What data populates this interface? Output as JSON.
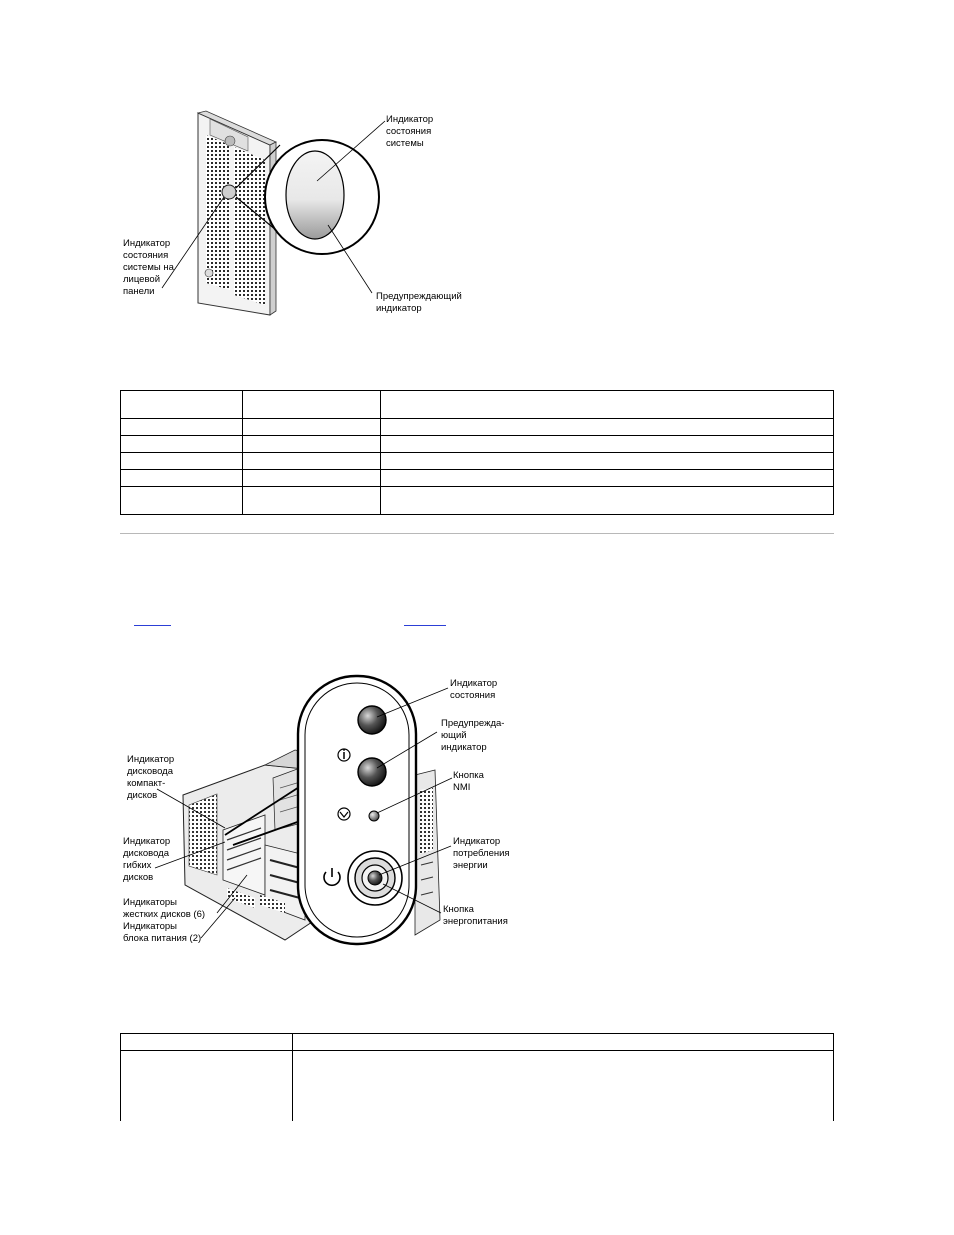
{
  "figure1": {
    "labels": {
      "status_indicator": [
        "Индикатор",
        "состояния",
        "системы"
      ],
      "front_panel_status": [
        "Индикатор",
        "состояния",
        "системы на",
        "лицевой",
        "панели"
      ],
      "warning_indicator": [
        "Предупреждающий",
        "индикатор"
      ]
    }
  },
  "table1": {
    "rows": 6,
    "cols": 3
  },
  "figure2": {
    "labels": {
      "status": [
        "Индикатор",
        "состояния"
      ],
      "warning": [
        "Предупрежда-",
        "ющий",
        "индикатор"
      ],
      "nmi": [
        "Кнопка",
        "NMI"
      ],
      "power_consumption": [
        "Индикатор",
        "потребления",
        "энергии"
      ],
      "power_button": [
        "Кнопка",
        "энергопитания"
      ],
      "cd_drive": [
        "Индикатор",
        "дисковода",
        "компакт-",
        "дисков"
      ],
      "floppy": [
        "Индикатор",
        "дисковода",
        "гибких",
        "дисков"
      ],
      "hard_drives": [
        "Индикаторы",
        "жестких дисков (6)"
      ],
      "psu": [
        "Индикаторы",
        "блока питания (2)"
      ]
    }
  },
  "table2": {
    "rows": 2,
    "cols": 2
  }
}
